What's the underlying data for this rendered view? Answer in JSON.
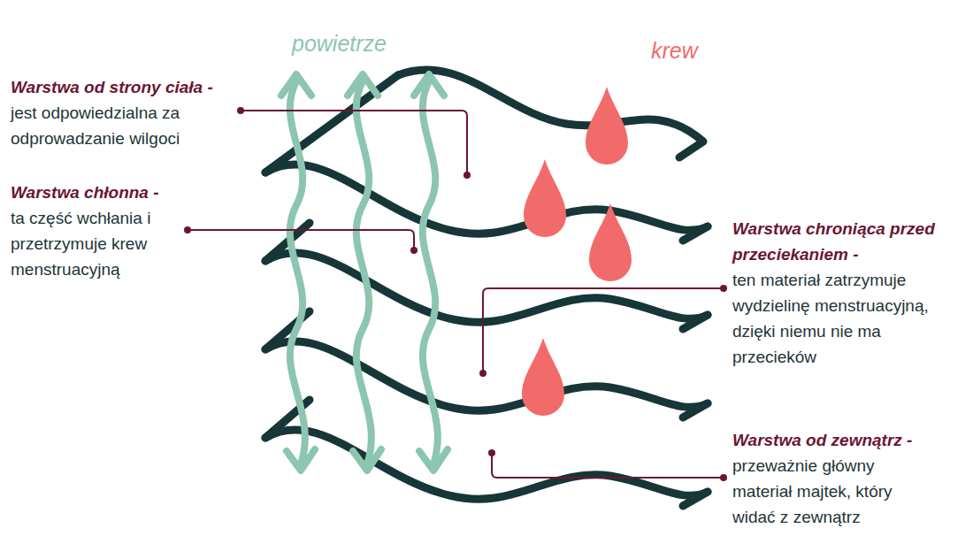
{
  "diagram": {
    "labels": [
      "powietrze",
      "krew",
      "Warstwa od strony ciała -",
      "jest odpowiedzialna za odprowadzanie wilgoci",
      "Warstwa chłonna -",
      "ta część wchłania i przetrzymuje krew menstruacyjną",
      "Warstwa chroniąca przed przeciekaniem -",
      "ten materiał zatrzymuje wydzielinę menstruacyjną, dzięki niemu nie ma przecieków",
      "Warstwa od zewnątrz -",
      "przeważnie główny materiał majtek, który widać z zewnątrz"
    ]
  }
}
